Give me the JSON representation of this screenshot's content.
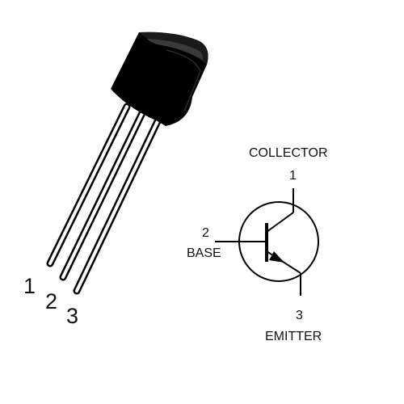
{
  "package": {
    "pin_numbers": [
      "1",
      "2",
      "3"
    ]
  },
  "symbol": {
    "collector": {
      "pin": "1",
      "name": "COLLECTOR"
    },
    "base": {
      "pin": "2",
      "name": "BASE"
    },
    "emitter": {
      "pin": "3",
      "name": "EMITTER"
    }
  },
  "colors": {
    "ink": "#000000",
    "body_highlight": "#3a3a3a",
    "lead_outline": "#000000",
    "lead_fill": "#ffffff",
    "background": "#ffffff"
  }
}
